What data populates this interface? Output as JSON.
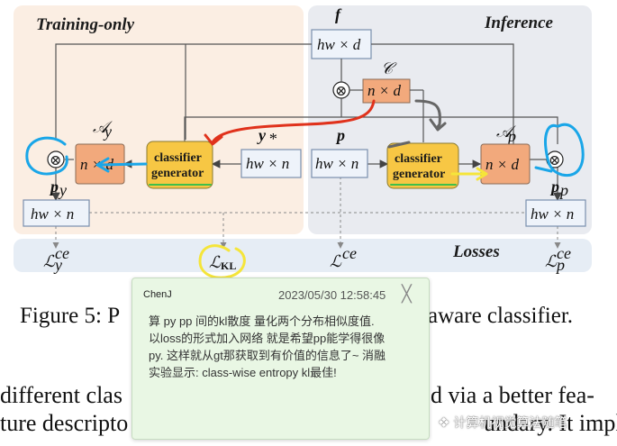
{
  "diagram": {
    "regions": {
      "training_title": "Training-only",
      "inference_title": "Inference",
      "losses_title": "Losses"
    },
    "symbols": {
      "f": "f",
      "C": "𝒞",
      "y_star": "y",
      "y_star_sub": "*",
      "p": "p",
      "A_y": "𝒜",
      "A_y_sub": "y",
      "A_p": "𝒜",
      "A_p_sub": "p",
      "p_y": "p",
      "p_y_sub": "y",
      "p_p": "p",
      "p_p_sub": "p",
      "otimes": "⊗"
    },
    "boxes": {
      "f_box": "hw × d",
      "C_box": "n × d",
      "A_y_box": "n × d",
      "A_p_box": "n × d",
      "y_star_box": "hw × n",
      "p_box": "hw × n",
      "p_y_box": "hw × n",
      "p_p_box": "hw × n"
    },
    "generator": {
      "line1": "classifier",
      "line2": "generator"
    },
    "losses": {
      "left": "ℒ",
      "left_sup": "ce",
      "left_sub": "y",
      "mid": "ℒ",
      "mid_sub": "KL",
      "center": "ℒ",
      "center_sup": "ce",
      "right": "ℒ",
      "right_sup": "ce",
      "right_sub": "p"
    },
    "colors": {
      "training_bg": "#fbeee3",
      "inference_bg": "#e9ebf0",
      "losses_bg": "#e6edf5",
      "box_fill": "#eef3fa",
      "box_stroke": "#7a8fae",
      "orange_box": "#f2a97c",
      "generator_fill": "#f7c744",
      "annotation_red": "#e0321c",
      "annotation_blue": "#1aa6e8",
      "annotation_yellow": "#f5e53a",
      "annotation_gray": "#666666",
      "highlight_green": "#3fbf4a"
    }
  },
  "caption": {
    "left": "Figure 5: P",
    "right": "aware classifier."
  },
  "body_text": {
    "line1_left": "different clas",
    "line1_right": "d via a better fea-",
    "line2_left": "ture descripto",
    "line2_right": "undary. It implies"
  },
  "annotation": {
    "author": "ChenJ",
    "timestamp": "2023/05/30 12:58:45",
    "close_glyph": "╳",
    "lines": [
      "算 py pp 间的kl散度 量化两个分布相似度值.",
      "以loss的形式加入网络  就是希望pp能学得很像",
      "py. 这样就从gt那获取到有价值的信息了~   消融",
      "实验显示: class-wise entropy kl最佳!"
    ]
  },
  "watermark": {
    "icon": "wechat-icon",
    "text": "计算机视觉算法随笔"
  }
}
